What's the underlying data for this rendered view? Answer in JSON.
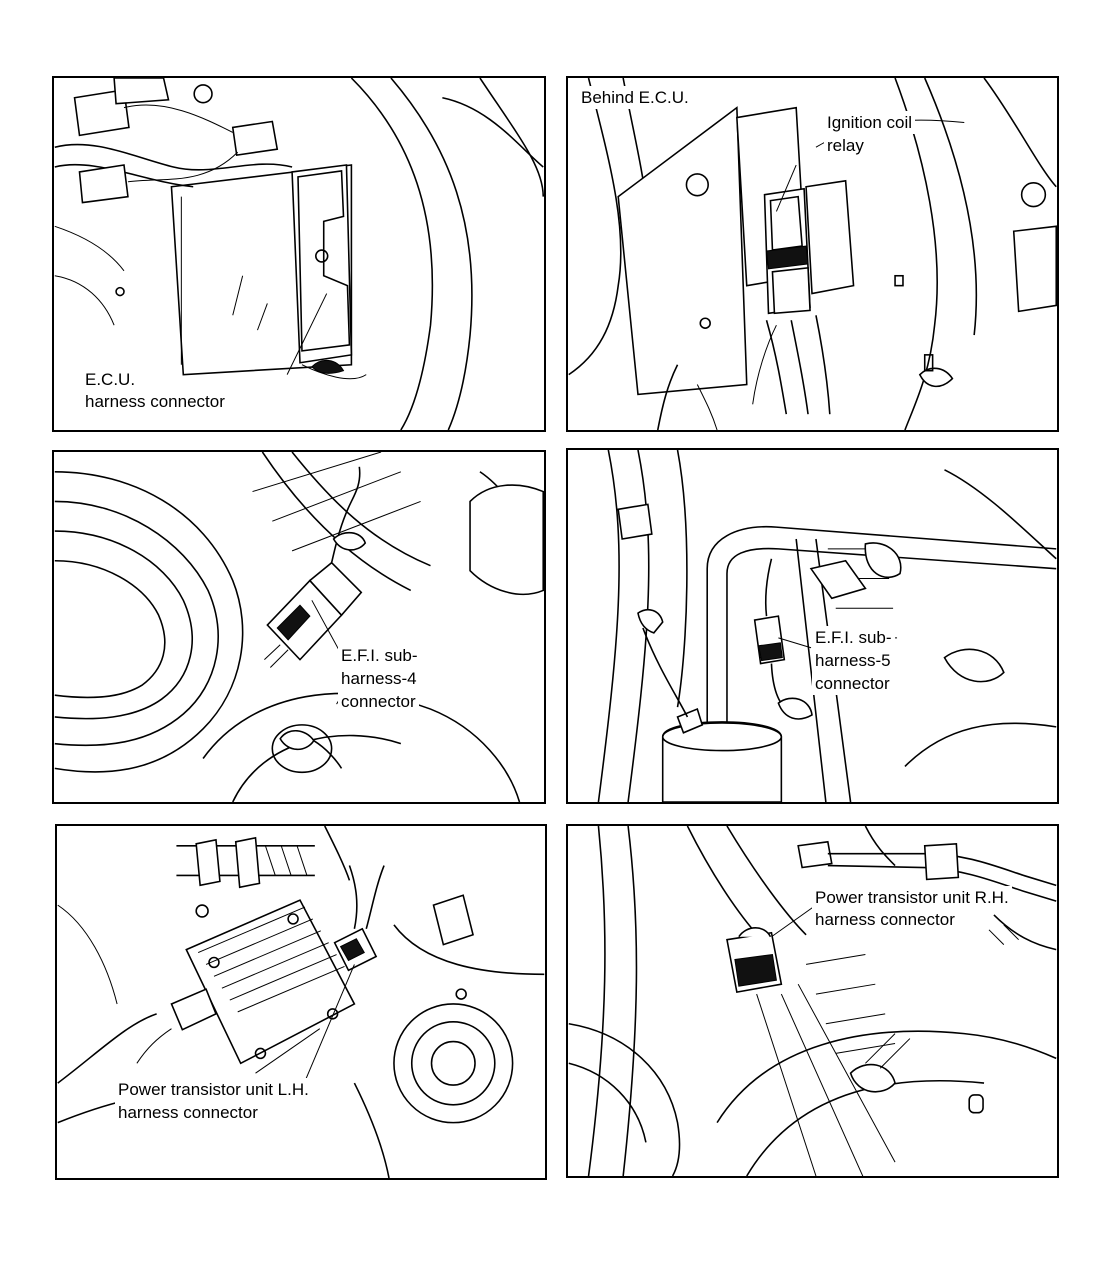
{
  "panels": [
    {
      "id": "ecu",
      "labels": [
        "E.C.U.",
        "harness connector"
      ]
    },
    {
      "id": "ignition",
      "labels": [
        "Behind E.C.U.",
        "Ignition coil",
        "relay"
      ]
    },
    {
      "id": "efi4",
      "labels": [
        "E.F.I. sub-",
        "harness-4",
        "connector"
      ]
    },
    {
      "id": "efi5",
      "labels": [
        "E.F.I. sub-",
        "harness-5",
        "connector"
      ]
    },
    {
      "id": "ptu-lh",
      "labels": [
        "Power transistor unit L.H.",
        "harness connector"
      ]
    },
    {
      "id": "ptu-rh",
      "labels": [
        "Power transistor unit R.H.",
        "harness connector"
      ]
    }
  ]
}
